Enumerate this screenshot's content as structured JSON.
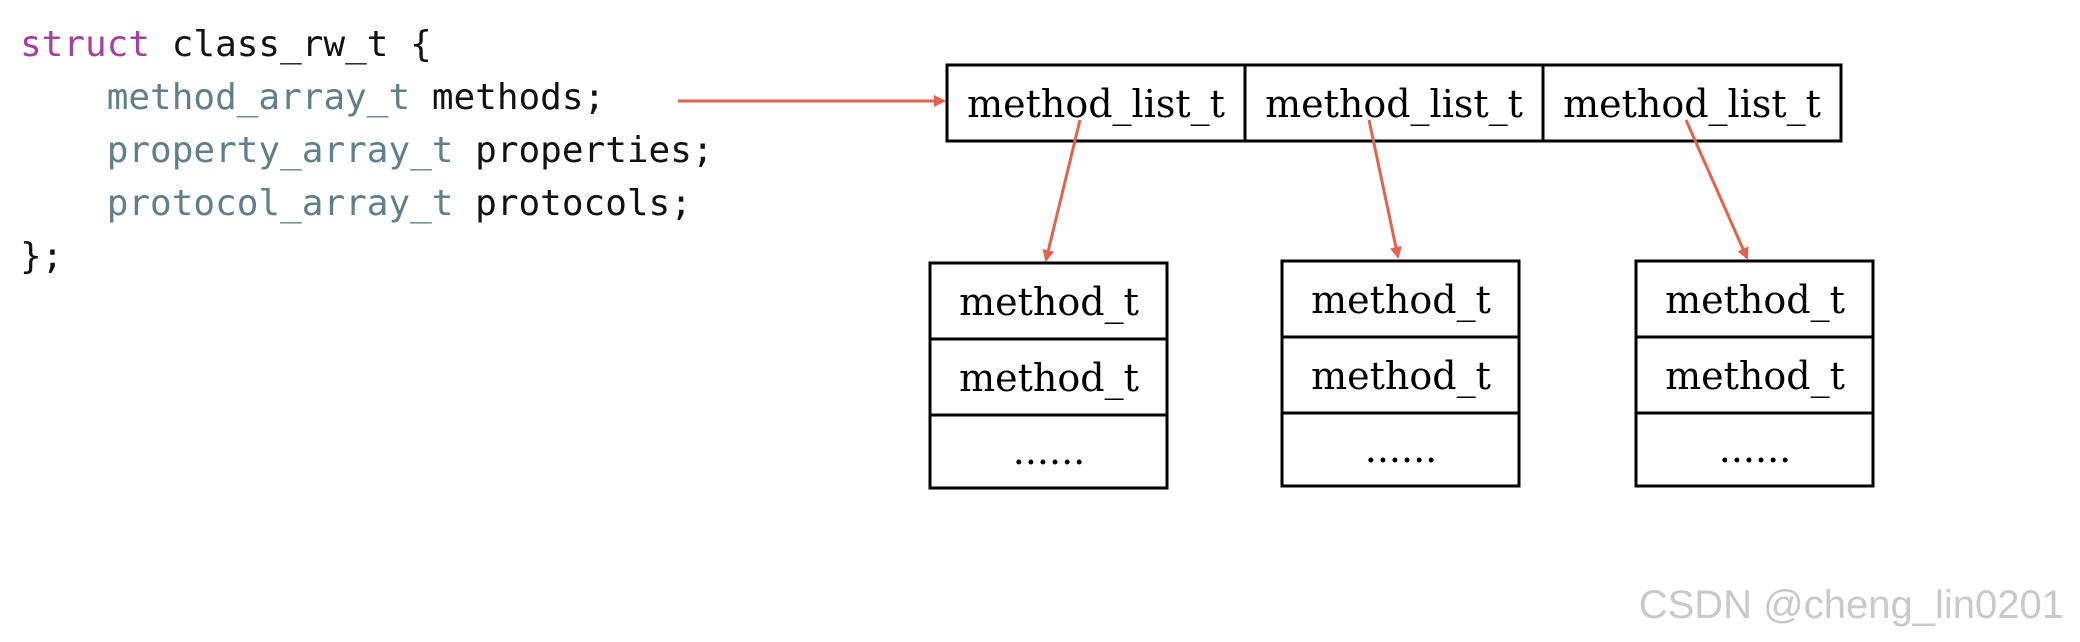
{
  "code": {
    "line1": {
      "keyword": "struct",
      "rest": " class_rw_t {"
    },
    "line2": {
      "type": "method_array_t",
      "field": " methods;"
    },
    "line3": {
      "type": "property_array_t",
      "field": " properties;"
    },
    "line4": {
      "type": "protocol_array_t",
      "field": " protocols;"
    },
    "line5": "};"
  },
  "lists": [
    {
      "label": "method_list_t",
      "items": [
        "method_t",
        "method_t",
        "......"
      ]
    },
    {
      "label": "method_list_t",
      "items": [
        "method_t",
        "method_t",
        "......"
      ]
    },
    {
      "label": "method_list_t",
      "items": [
        "method_t",
        "method_t",
        "......"
      ]
    }
  ],
  "colors": {
    "arrow": "#e5614a",
    "keyword": "#a93f9c",
    "type": "#5f7f8c",
    "watermark": "#c9c9c9"
  },
  "watermark": "CSDN @cheng_lin0201"
}
